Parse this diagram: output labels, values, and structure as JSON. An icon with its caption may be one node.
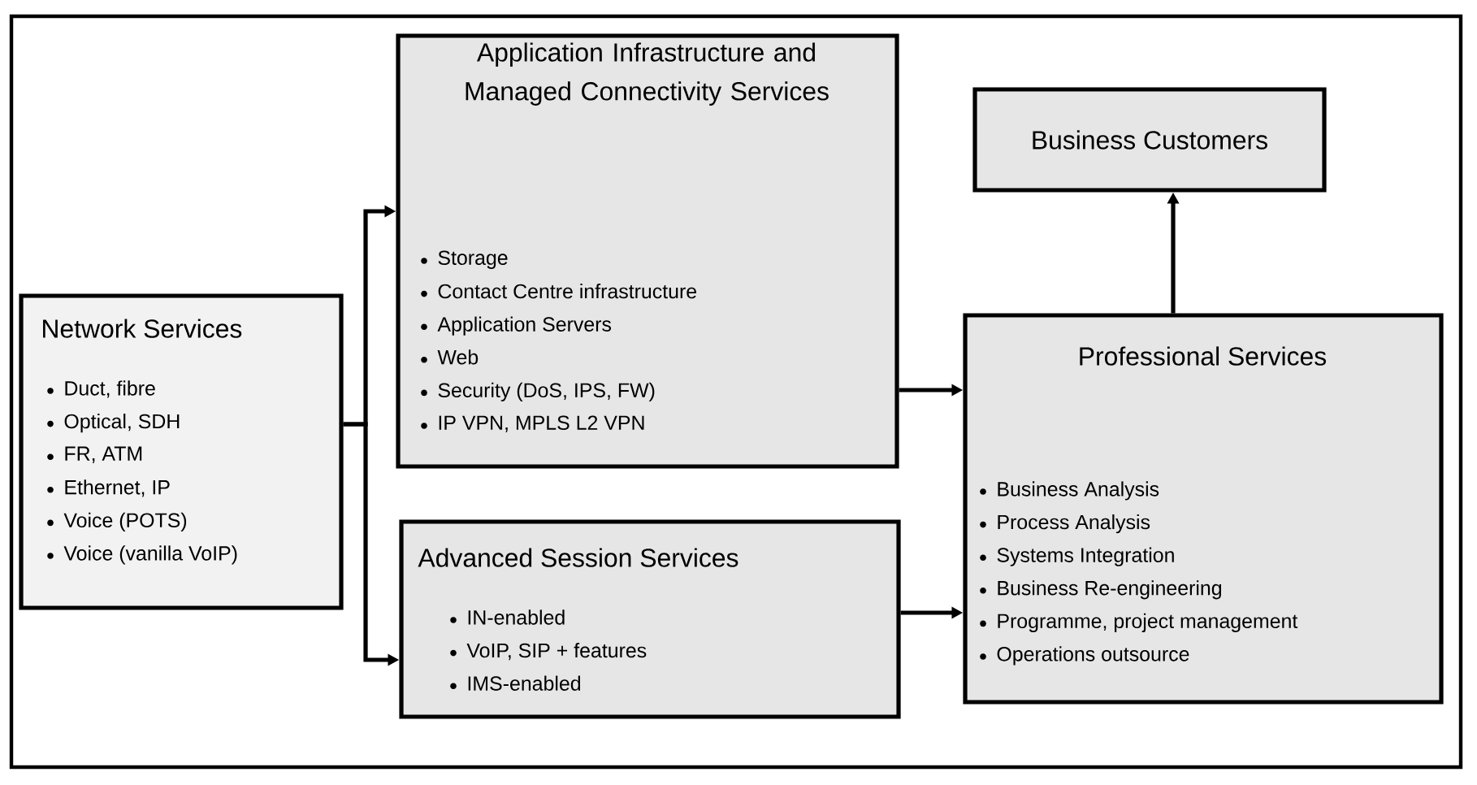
{
  "diagram": {
    "nodes": [
      {
        "text": [
          "Network Services",
          "Duct, fibre",
          "Optical, SDH",
          "FR, ATM",
          "Ethernet, IP",
          "Voice (POTS)",
          "Voice (vanilla VoIP)"
        ]
      },
      {
        "text": [
          "Application Infrastructure and Managed Connectivity Services",
          "Storage",
          "Contact Centre infrastructure",
          "Application Servers",
          "Web",
          "Security (DoS, IPS, FW)",
          "IP VPN, MPLS L2 VPN"
        ]
      },
      {
        "text": [
          "Advanced Session Services",
          "IN-enabled",
          "VoIP, SIP + features",
          "IMS-enabled"
        ]
      },
      {
        "text": [
          "Business Customers"
        ]
      },
      {
        "text": [
          "Professional Services",
          "Business Analysis",
          "Process Analysis",
          "Systems Integration",
          "Business Re-engineering",
          "Programme, project management",
          "Operations outsource"
        ]
      }
    ],
    "edges": [
      {
        "from": 0,
        "to": 1,
        "arrow": "to"
      },
      {
        "from": 0,
        "to": 2,
        "arrow": "to"
      },
      {
        "from": 1,
        "to": 4,
        "arrow": "to"
      },
      {
        "from": 2,
        "to": 4,
        "arrow": "to"
      },
      {
        "from": 4,
        "to": 3,
        "arrow": "to"
      }
    ]
  }
}
